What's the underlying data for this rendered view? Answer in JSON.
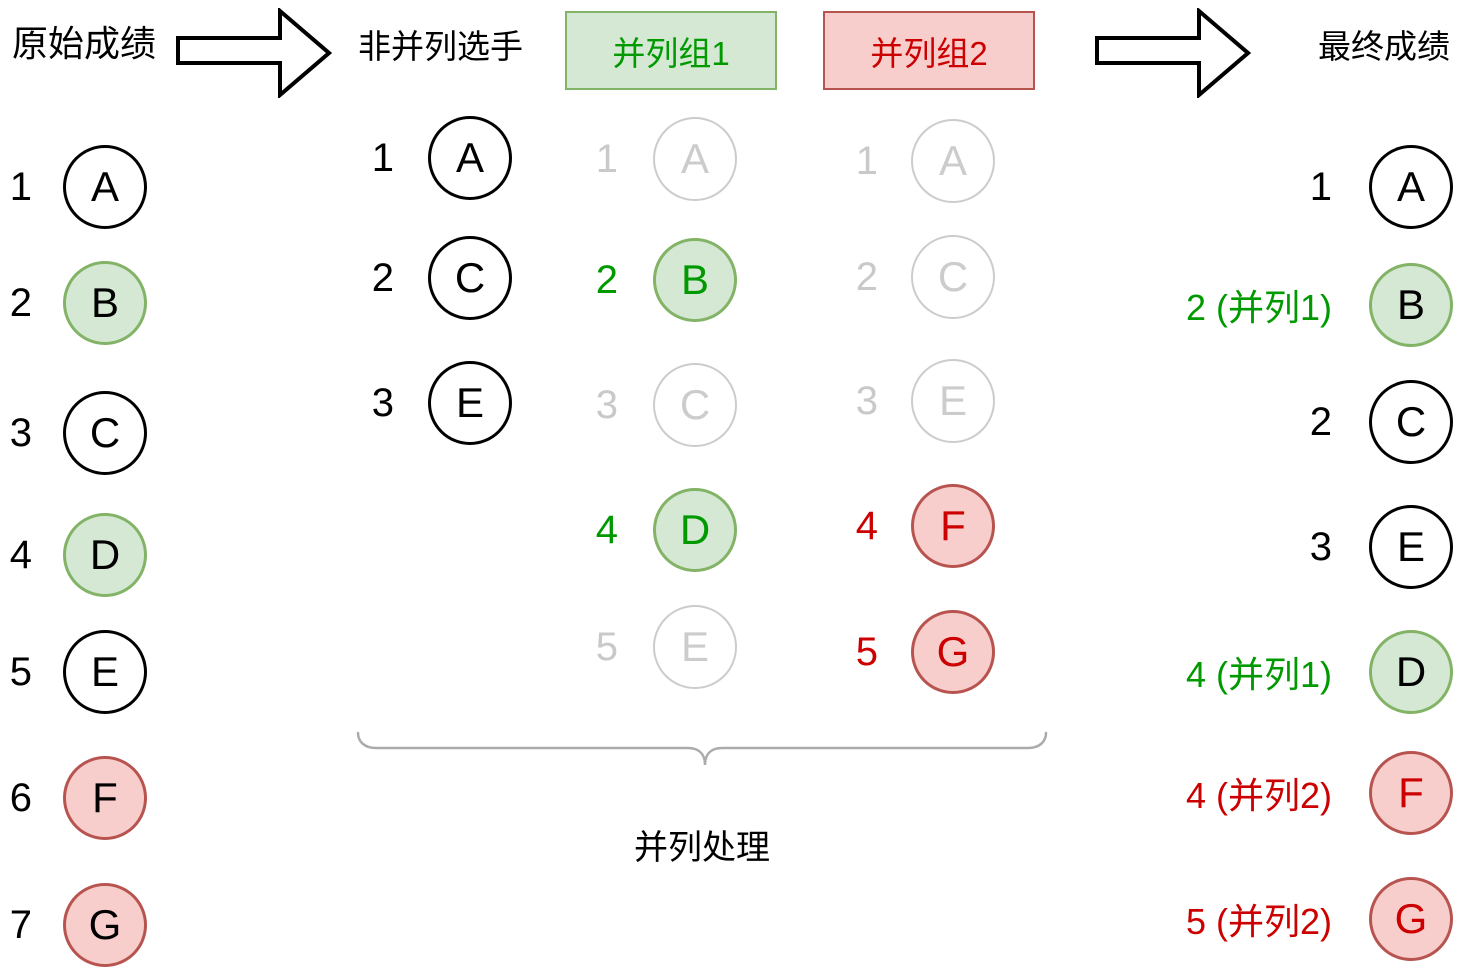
{
  "titles": {
    "original": "原始成绩",
    "nontied": "非并列选手",
    "final": "最终成绩"
  },
  "groups": {
    "group1_label": "并列组1",
    "group2_label": "并列组2"
  },
  "brace_label": "并列处理",
  "colors": {
    "green_fill": "#d5e8d4",
    "green_border": "#82b366",
    "green_text": "#009900",
    "red_fill": "#f8cecc",
    "red_border": "#b85450",
    "red_text": "#cc0000",
    "ghost_grey": "#cccccc",
    "black": "#000000"
  },
  "columns": {
    "original": {
      "items": [
        {
          "rank": "1",
          "rank_color": "black",
          "letter": "A",
          "variant": "plain"
        },
        {
          "rank": "2",
          "rank_color": "black",
          "letter": "B",
          "variant": "green"
        },
        {
          "rank": "3",
          "rank_color": "black",
          "letter": "C",
          "variant": "plain"
        },
        {
          "rank": "4",
          "rank_color": "black",
          "letter": "D",
          "variant": "green"
        },
        {
          "rank": "5",
          "rank_color": "black",
          "letter": "E",
          "variant": "plain"
        },
        {
          "rank": "6",
          "rank_color": "black",
          "letter": "F",
          "variant": "red"
        },
        {
          "rank": "7",
          "rank_color": "black",
          "letter": "G",
          "variant": "red"
        }
      ]
    },
    "nontied": {
      "items": [
        {
          "rank": "1",
          "rank_color": "black",
          "letter": "A",
          "variant": "plain"
        },
        {
          "rank": "2",
          "rank_color": "black",
          "letter": "C",
          "variant": "plain"
        },
        {
          "rank": "3",
          "rank_color": "black",
          "letter": "E",
          "variant": "plain"
        }
      ]
    },
    "group1": {
      "items": [
        {
          "rank": "1",
          "rank_color": "grey",
          "letter": "A",
          "variant": "ghost"
        },
        {
          "rank": "2",
          "rank_color": "green",
          "letter": "B",
          "variant": "green-active"
        },
        {
          "rank": "3",
          "rank_color": "grey",
          "letter": "C",
          "variant": "ghost"
        },
        {
          "rank": "4",
          "rank_color": "green",
          "letter": "D",
          "variant": "green-active"
        },
        {
          "rank": "5",
          "rank_color": "grey",
          "letter": "E",
          "variant": "ghost"
        }
      ]
    },
    "group2": {
      "items": [
        {
          "rank": "1",
          "rank_color": "grey",
          "letter": "A",
          "variant": "ghost"
        },
        {
          "rank": "2",
          "rank_color": "grey",
          "letter": "C",
          "variant": "ghost"
        },
        {
          "rank": "3",
          "rank_color": "grey",
          "letter": "E",
          "variant": "ghost"
        },
        {
          "rank": "4",
          "rank_color": "red",
          "letter": "F",
          "variant": "red-active"
        },
        {
          "rank": "5",
          "rank_color": "red",
          "letter": "G",
          "variant": "red-active"
        }
      ]
    },
    "final": {
      "items": [
        {
          "rank": "1",
          "rank_color": "black",
          "letter": "A",
          "variant": "plain"
        },
        {
          "rank": "2 (并列1)",
          "rank_color": "green",
          "letter": "B",
          "variant": "green"
        },
        {
          "rank": "2",
          "rank_color": "black",
          "letter": "C",
          "variant": "plain"
        },
        {
          "rank": "3",
          "rank_color": "black",
          "letter": "E",
          "variant": "plain"
        },
        {
          "rank": "4 (并列1)",
          "rank_color": "green",
          "letter": "D",
          "variant": "green"
        },
        {
          "rank": "4 (并列2)",
          "rank_color": "red",
          "letter": "F",
          "variant": "red-active"
        },
        {
          "rank": "5 (并列2)",
          "rank_color": "red",
          "letter": "G",
          "variant": "red-active"
        }
      ]
    }
  }
}
